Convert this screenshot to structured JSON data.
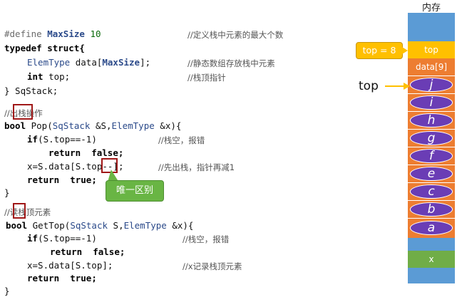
{
  "struct_block": {
    "define_kw": "#define",
    "define_name": "MaxSize",
    "define_value": "10",
    "define_comment": "//定义栈中元素的最大个数",
    "typedef_line": "typedef struct{",
    "data_line_type": "ElemType",
    "data_line_rest": " data[",
    "data_line_size": "MaxSize",
    "data_line_end": "];",
    "data_comment": "//静态数组存放栈中元素",
    "top_line_kw": "int",
    "top_line_rest": " top;",
    "top_comment": "//栈顶指针",
    "struct_end": "} SqStack;"
  },
  "pop_block": {
    "comment_prefix": "//",
    "comment_highlight": "出栈",
    "comment_suffix": "操作",
    "sig_kw": "bool",
    "sig_name": " Pop(",
    "sig_type1": "SqStack",
    "sig_mid": " &S,",
    "sig_type2": "ElemType",
    "sig_end": " &x){",
    "if_kw": "if",
    "if_cond": "(S.top==-1)",
    "if_comment": "//栈空，报错",
    "ret_false_kw": "return",
    "ret_false_val": "false;",
    "assign_pre": "x=S.data[S.top",
    "assign_highlight": "--",
    "assign_post": "];",
    "assign_comment": "//先出栈，指针再减1",
    "ret_true_kw": "return",
    "ret_true_val": "true;",
    "close": "}"
  },
  "callout": {
    "text": "唯一区别"
  },
  "gettop_block": {
    "comment_prefix": "//",
    "comment_highlight": "读",
    "comment_suffix": "栈顶元素",
    "sig_kw": "bool",
    "sig_name": " GetTop(",
    "sig_type1": "SqStack",
    "sig_mid": " S,",
    "sig_type2": "ElemType",
    "sig_end": " &x){",
    "if_kw": "if",
    "if_cond": "(S.top==-1)",
    "if_comment": "//栈空，报错",
    "ret_false_kw": "return",
    "ret_false_val": "false;",
    "assign": "x=S.data[S.top];",
    "assign_comment": "//x记录栈顶元素",
    "ret_true_kw": "return",
    "ret_true_val": "true;",
    "close": "}"
  },
  "memory": {
    "title": "内存",
    "top_cell": "top",
    "data9_cell": "data[9]",
    "elements": [
      "j",
      "i",
      "h",
      "g",
      "f",
      "e",
      "c",
      "b",
      "a"
    ],
    "x_cell": "x",
    "top_value_label": "top = 8",
    "top_pointer_label": "top"
  },
  "colors": {
    "memory_blue": "#5b9bd5",
    "top_yellow": "#ffc000",
    "cell_orange": "#ed7d31",
    "element_purple": "#6a3db5",
    "x_green": "#70ad47",
    "highlight_red": "#a01818",
    "callout_green": "#69b544"
  }
}
